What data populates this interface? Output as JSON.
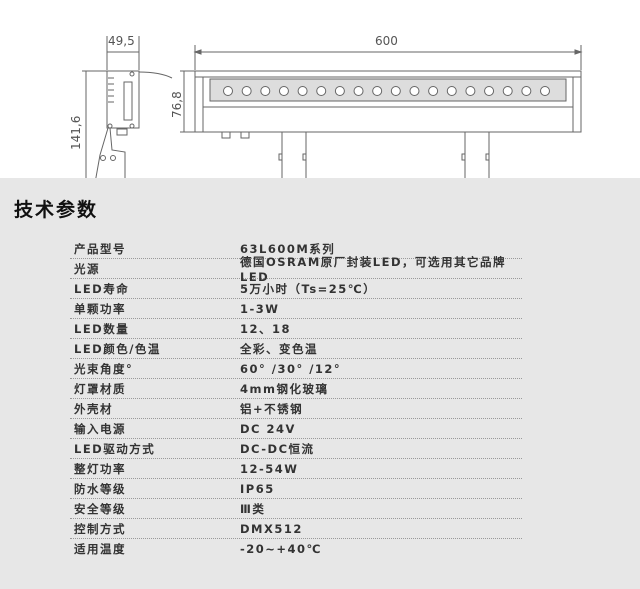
{
  "drawing": {
    "dim_width_side": "49,5",
    "dim_height_total": "141,6",
    "dim_height_body": "76,8",
    "dim_length": "600",
    "led_count_shown": 18
  },
  "specs": {
    "title": "技术参数",
    "rows": [
      {
        "label": "产品型号",
        "value": "63L600M系列"
      },
      {
        "label": "光源",
        "value": "德国OSRAM原厂封装LED，可选用其它品牌LED"
      },
      {
        "label": "LED寿命",
        "value": "5万小时（Ts=25℃）"
      },
      {
        "label": "单颗功率",
        "value": "1-3W"
      },
      {
        "label": "LED数量",
        "value": "12、18"
      },
      {
        "label": "LED颜色/色温",
        "value": "全彩、变色温"
      },
      {
        "label": "光束角度°",
        "value": "60° /30° /12°"
      },
      {
        "label": "灯罩材质",
        "value": "4mm钢化玻璃"
      },
      {
        "label": "外壳材",
        "value": "铝+不锈钢"
      },
      {
        "label": "输入电源",
        "value": "DC 24V"
      },
      {
        "label": "LED驱动方式",
        "value": "DC-DC恒流"
      },
      {
        "label": "整灯功率",
        "value": "12-54W"
      },
      {
        "label": "防水等级",
        "value": "IP65"
      },
      {
        "label": "安全等级",
        "value": "Ⅲ类"
      },
      {
        "label": "控制方式",
        "value": "DMX512"
      },
      {
        "label": "适用温度",
        "value": "-20~+40℃"
      }
    ]
  }
}
